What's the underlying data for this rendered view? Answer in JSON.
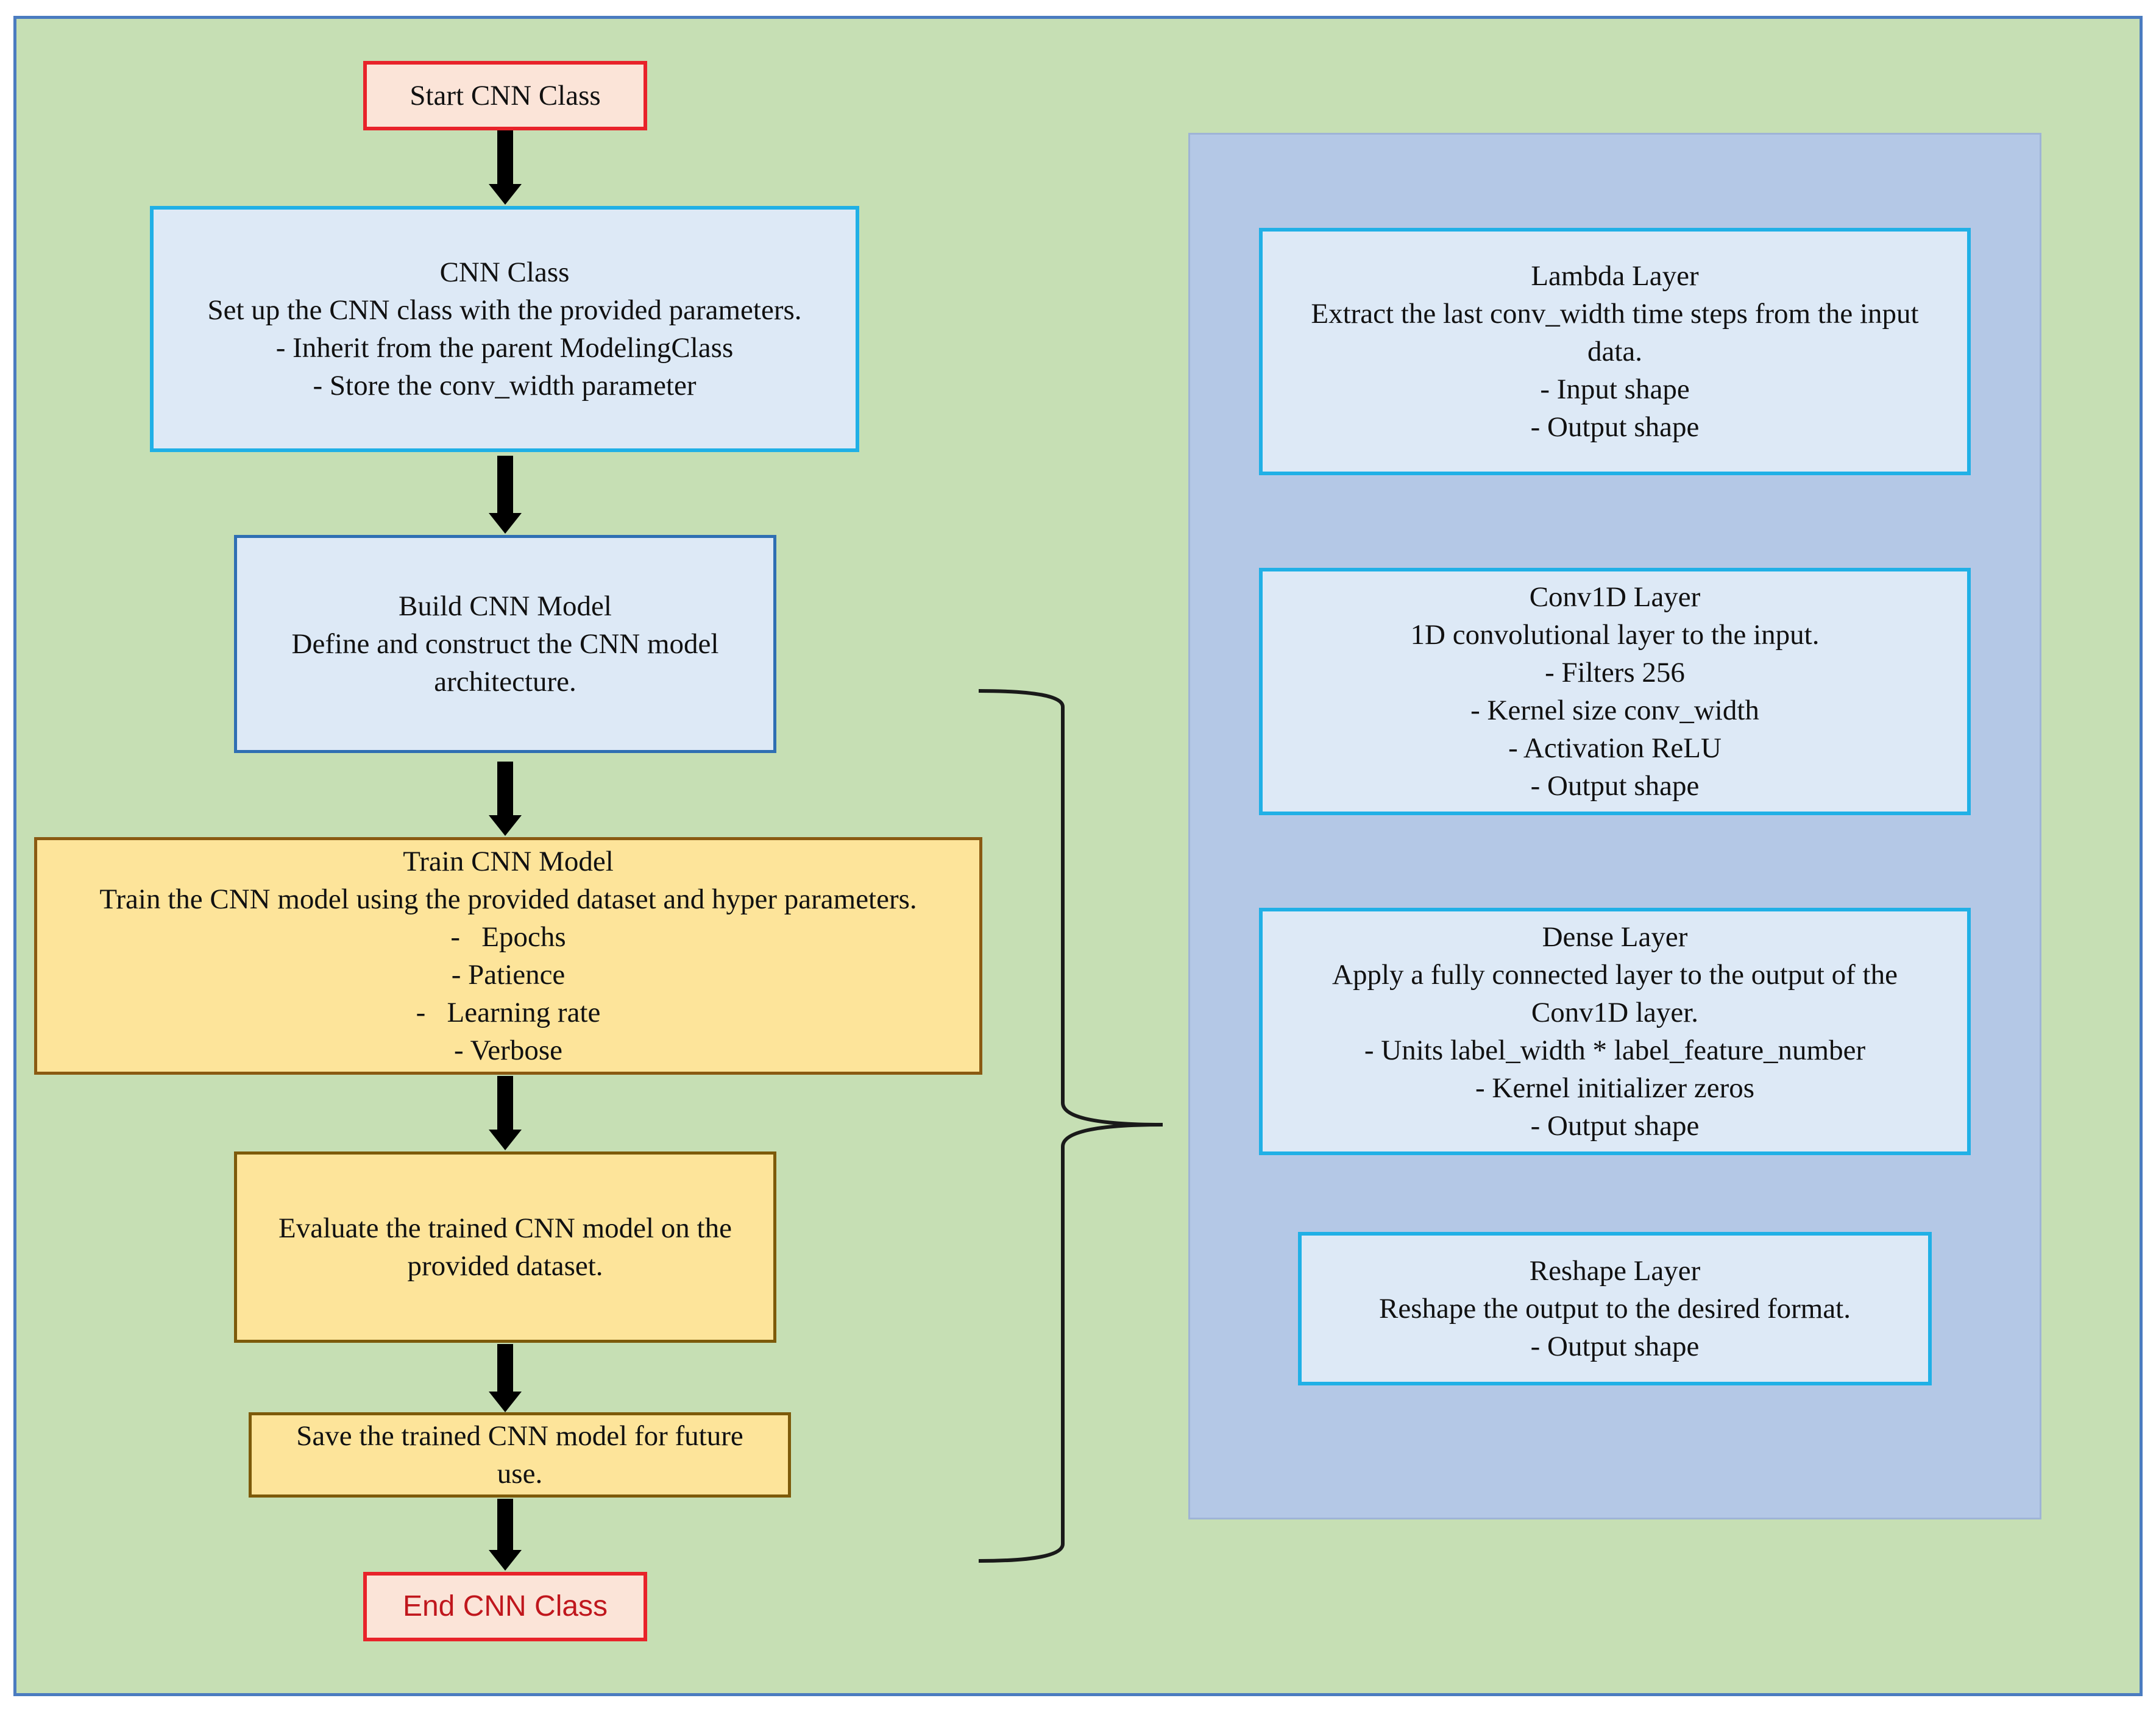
{
  "flow": {
    "start": "Start CNN Class",
    "cnn_class": {
      "lines": [
        "CNN Class",
        "Set up the CNN class with the provided parameters.",
        "- Inherit from the parent ModelingClass",
        "- Store the conv_width parameter"
      ]
    },
    "build": {
      "lines": [
        "Build CNN Model",
        "Define and construct the CNN model",
        "architecture."
      ]
    },
    "train": {
      "lines": [
        "Train CNN Model",
        "Train the CNN model using the provided dataset and hyper parameters.",
        "-   Epochs",
        "- Patience",
        "-   Learning rate",
        "- Verbose"
      ]
    },
    "evaluate": {
      "lines": [
        "Evaluate the trained CNN model on the",
        "provided dataset."
      ]
    },
    "save": {
      "lines": [
        "Save the trained CNN model for future",
        "use."
      ]
    },
    "end": "End CNN Class"
  },
  "layers": {
    "lambda": {
      "lines": [
        "Lambda Layer",
        "Extract the last conv_width time steps from the input",
        "data.",
        "- Input shape",
        "- Output shape"
      ]
    },
    "conv1d": {
      "lines": [
        "Conv1D Layer",
        "1D convolutional layer to the input.",
        "- Filters 256",
        "- Kernel size conv_width",
        "- Activation ReLU",
        "- Output shape"
      ]
    },
    "dense": {
      "lines": [
        "Dense Layer",
        "Apply a fully connected layer to the output of the",
        "Conv1D layer.",
        "- Units label_width * label_feature_number",
        "- Kernel initializer zeros",
        "- Output shape"
      ]
    },
    "reshape": {
      "lines": [
        "Reshape Layer",
        "Reshape the output to the desired format.",
        "- Output shape"
      ]
    }
  },
  "colors": {
    "background": "#c6dfb4",
    "panel": "#b4c8e6",
    "terminal_border": "#e8232a",
    "process_border": "#20b0e6",
    "train_fill": "#fde49a",
    "arrow": "#000000"
  }
}
